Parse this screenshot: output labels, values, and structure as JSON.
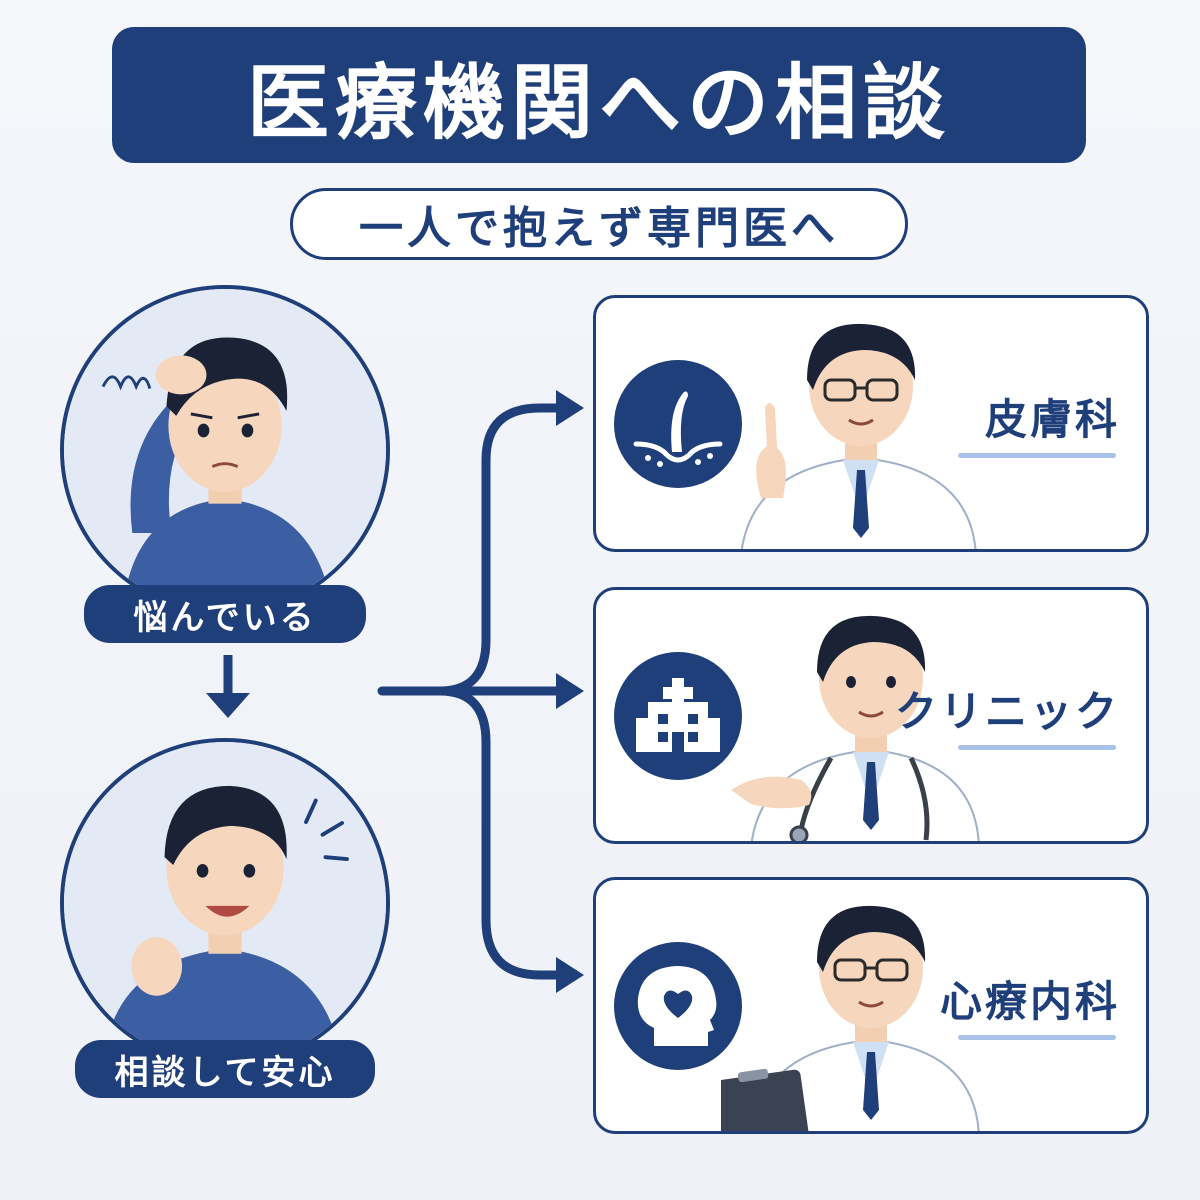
{
  "title": "医療機関への相談",
  "subtitle": "一人で抱えず専門医へ",
  "people": [
    {
      "label": "悩んでいる"
    },
    {
      "label": "相談して安心"
    }
  ],
  "departments": [
    {
      "name": "皮膚科",
      "icon": "hair-follicle-icon"
    },
    {
      "name": "クリニック",
      "icon": "hospital-icon"
    },
    {
      "name": "心療内科",
      "icon": "head-heart-icon"
    }
  ],
  "colors": {
    "navy": "#1f3f7a",
    "accent_light": "#a8c2e8",
    "background": "#f2f4f9"
  }
}
